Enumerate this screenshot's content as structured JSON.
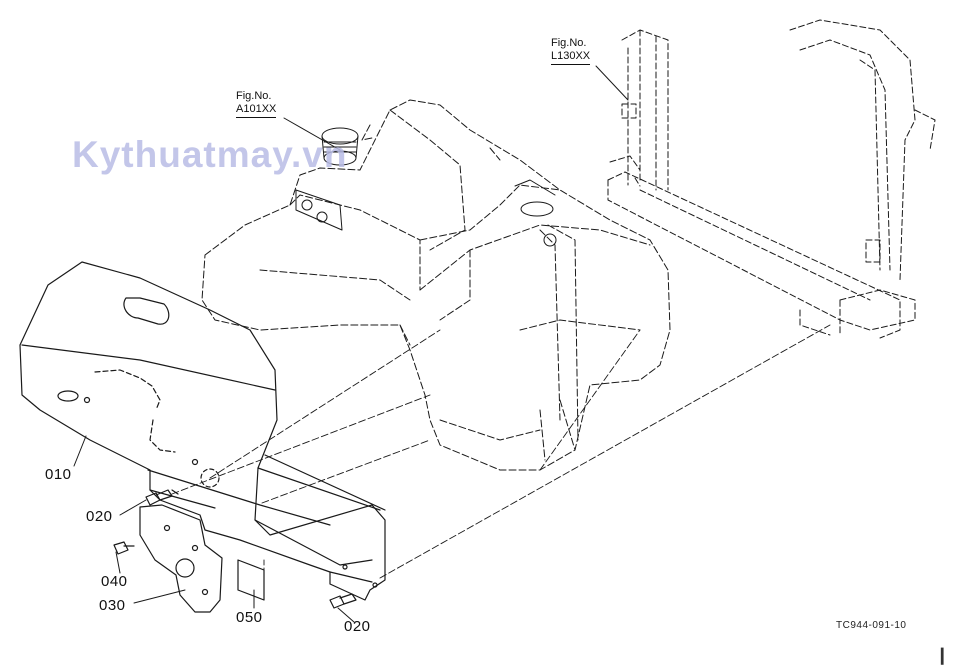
{
  "watermark": "Kythuatmay.vn",
  "fig_refs": [
    {
      "label": "Fig.No.",
      "code": "A101XX"
    },
    {
      "label": "Fig.No.",
      "code": "L130XX"
    }
  ],
  "parts": {
    "p010": "010",
    "p020a": "020",
    "p020b": "020",
    "p040": "040",
    "p030": "030",
    "p050": "050"
  },
  "drawing_code": "TC944-091-10",
  "colors": {
    "line": "#1a1a1a",
    "watermark": "#b9bde6",
    "background": "#ffffff"
  }
}
